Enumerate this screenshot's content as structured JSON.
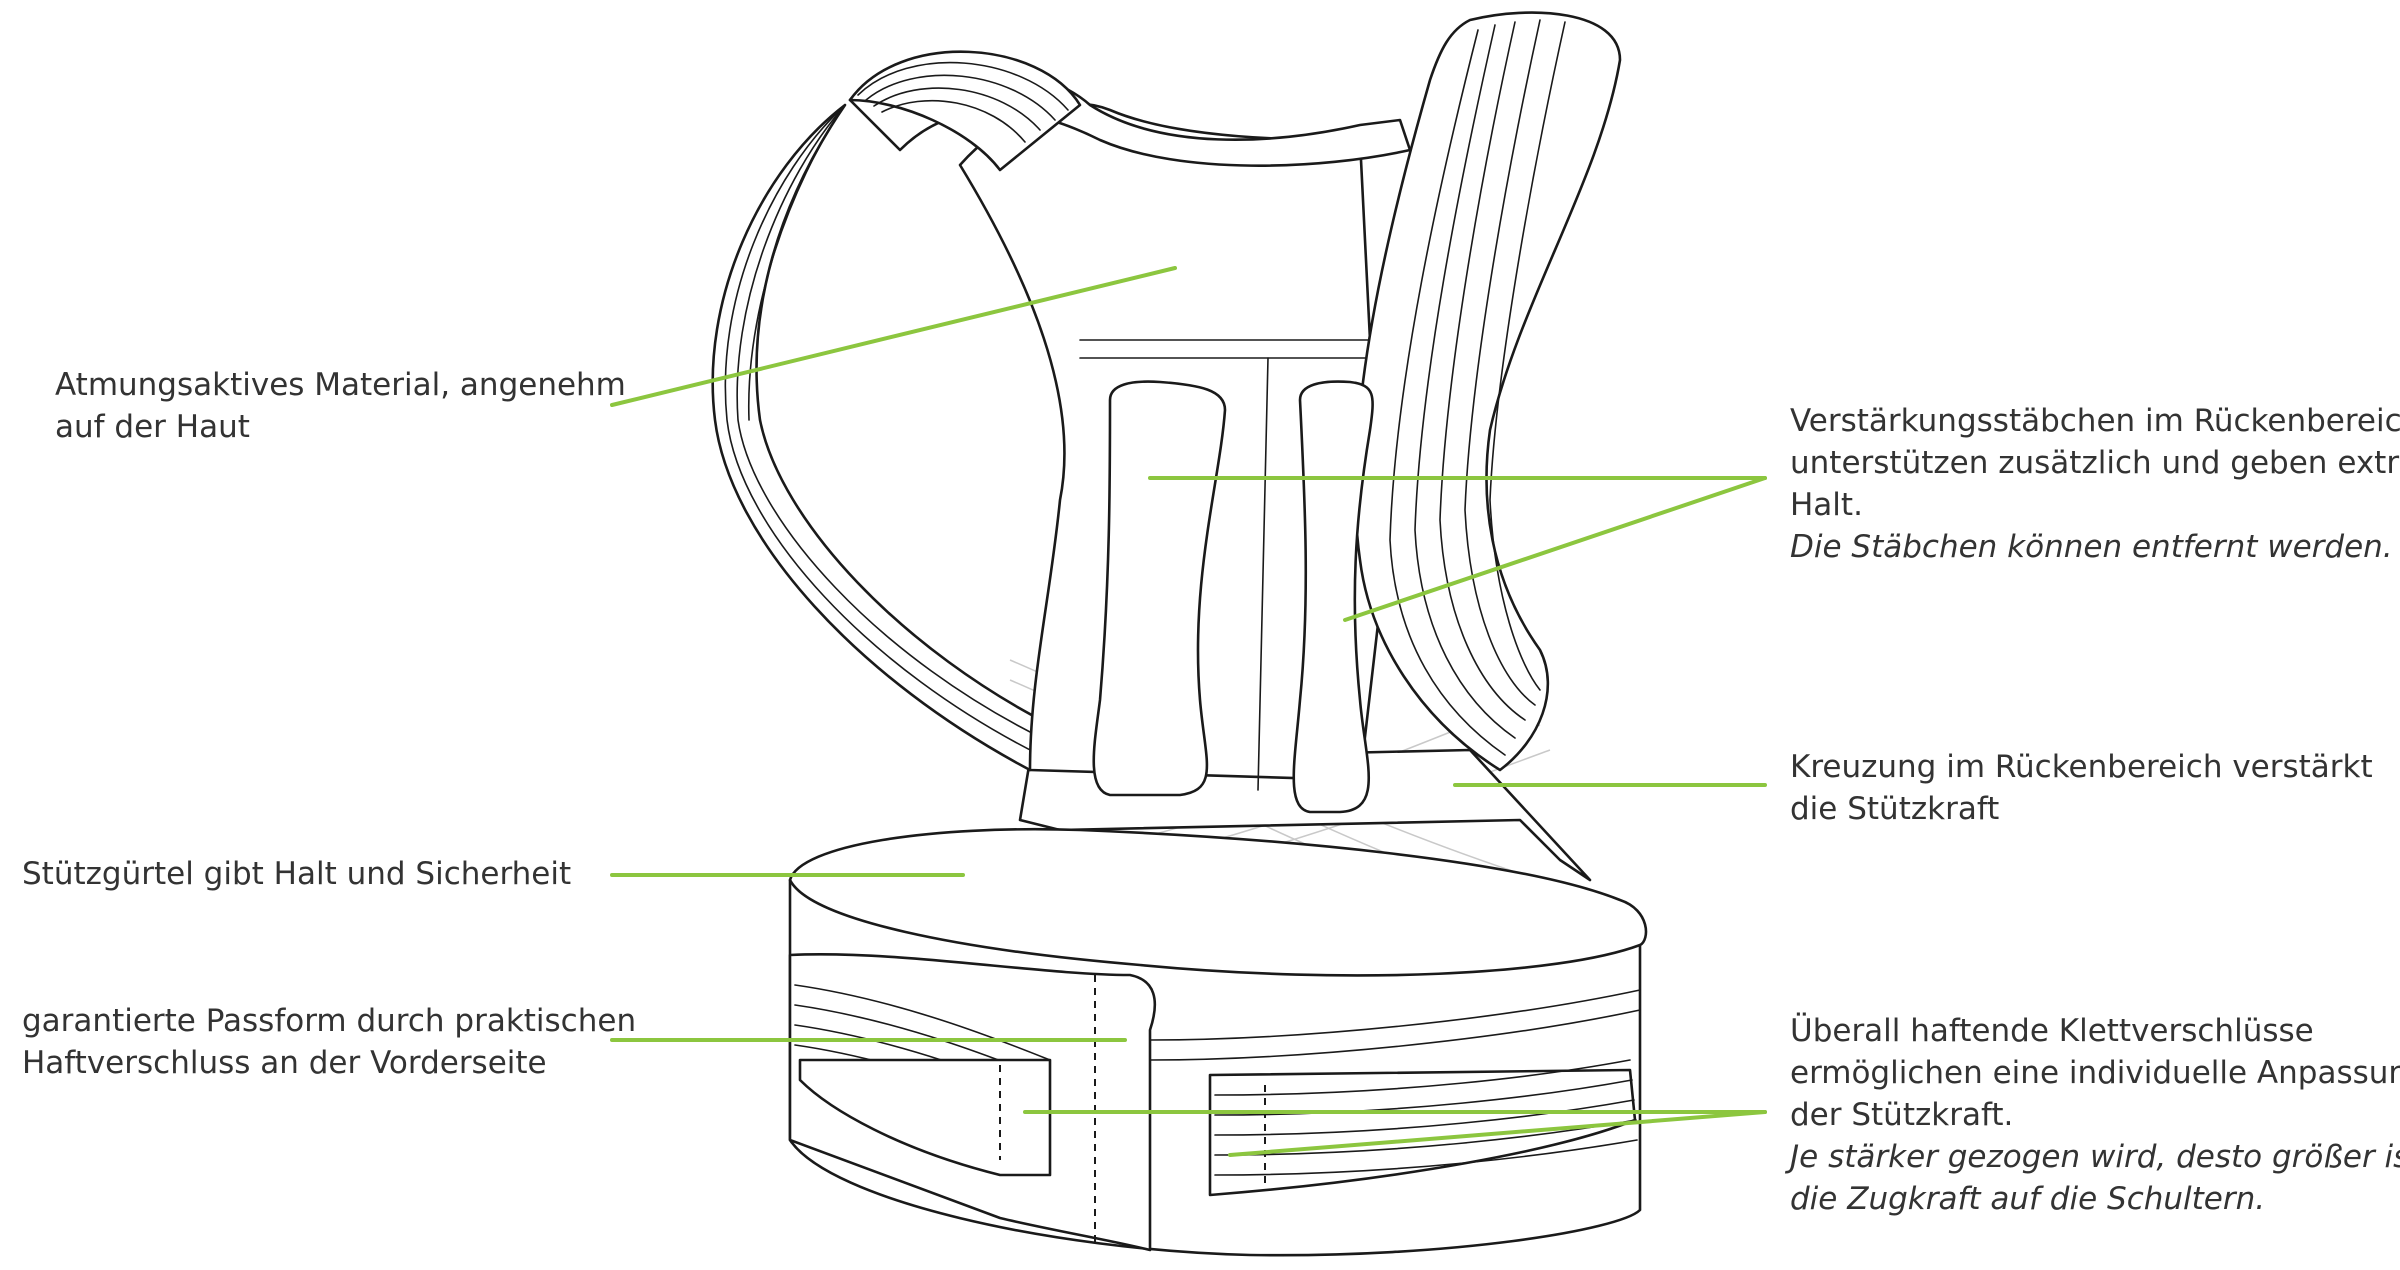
{
  "accent_color": "#8cc63f",
  "annotations": {
    "breathable": {
      "lines": [
        "Atmungsaktives Material, angenehm",
        "auf der Haut"
      ]
    },
    "stays": {
      "lines": [
        "Verstärkungsstäbchen im Rückenbereich",
        "unterstützen zusätzlich und geben extra",
        "Halt."
      ],
      "note": "Die Stäbchen können entfernt werden."
    },
    "crossing": {
      "lines": [
        "Kreuzung im Rückenbereich verstärkt",
        "die Stützkraft"
      ]
    },
    "belt": {
      "lines": [
        "Stützgürtel gibt Halt und Sicherheit"
      ]
    },
    "fit": {
      "lines": [
        "garantierte Passform durch praktischen",
        "Haftverschluss an der Vorderseite"
      ]
    },
    "velcro": {
      "lines": [
        "Überall haftende Klettverschlüsse",
        "ermöglichen eine individuelle Anpassung",
        "der Stützkraft."
      ],
      "note_lines": [
        "Je stärker gezogen wird, desto größer ist",
        "die Zugkraft auf die Schultern."
      ]
    }
  }
}
